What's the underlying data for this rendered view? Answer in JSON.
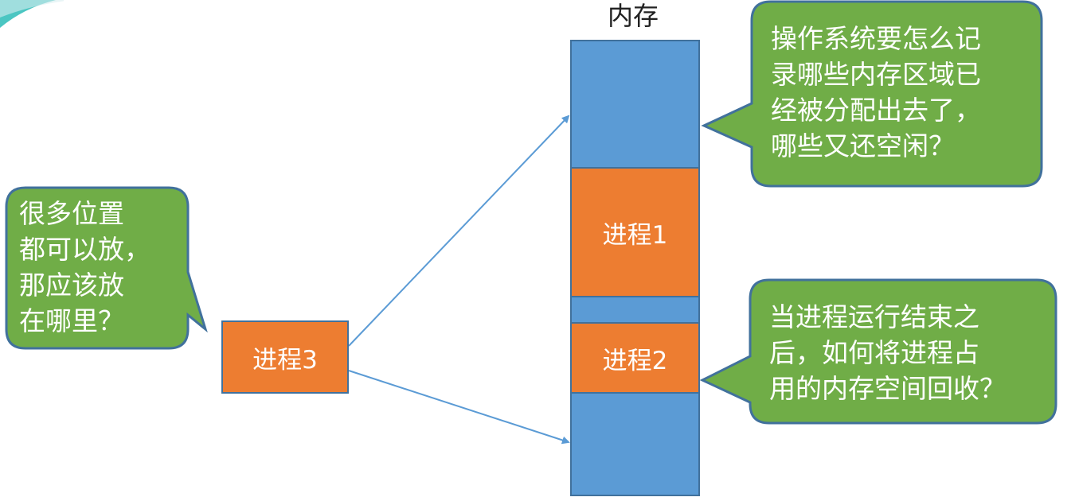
{
  "memory": {
    "title": "内存"
  },
  "processes": {
    "p1": "进程1",
    "p2": "进程2",
    "p3": "进程3"
  },
  "callouts": {
    "left": {
      "lines": [
        "很多位置",
        "都可以放，",
        "那应该放",
        "在哪里？"
      ]
    },
    "top_right": {
      "lines": [
        "操作系统要怎么记",
        "录哪些内存区域已",
        "经被分配出去了，",
        "哪些又还空闲？"
      ]
    },
    "bottom_right": {
      "lines": [
        "当进程运行结束之",
        "后，如何将进程占",
        "用的内存空间回收？"
      ]
    }
  },
  "colors": {
    "memory_fill": "#5b9bd5",
    "process_fill": "#ed7d31",
    "callout_fill": "#70ad47",
    "callout_border": "#41719c",
    "arrow": "#5b9bd5",
    "corner_accent": "#4bc6c2"
  }
}
